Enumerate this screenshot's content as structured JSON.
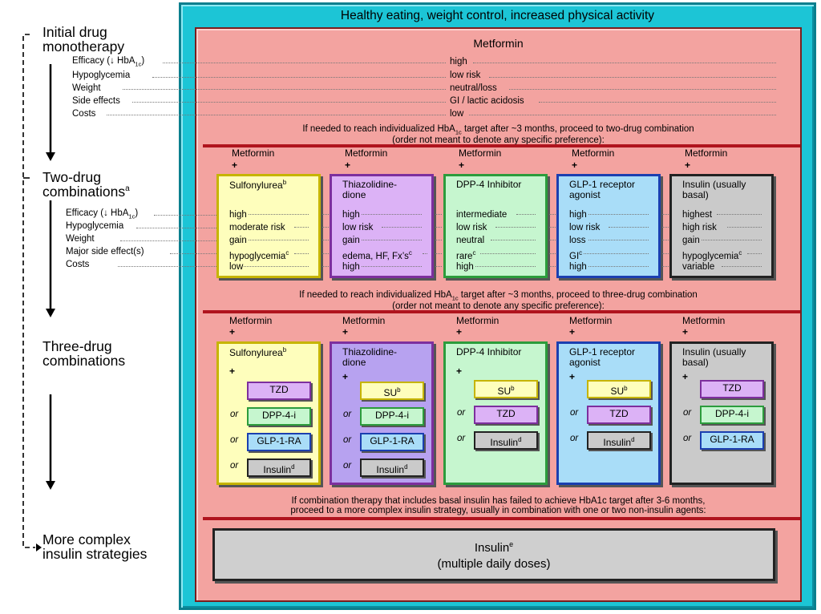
{
  "outer_title": "Healthy eating, weight control, increased physical activity",
  "stages": {
    "initial": "Initial drug\nmonotherapy",
    "two": "Two-drug\ncombinations",
    "two_sup": "a",
    "three": "Three-drug\ncombinations",
    "complex": "More complex\ninsulin strategies"
  },
  "metformin": {
    "title": "Metformin",
    "rows": [
      {
        "label": "Efficacy (↓ HbA",
        "label_sub": "1c",
        "label_end": ")",
        "value": "high"
      },
      {
        "label": "Hypoglycemia",
        "value": "low risk"
      },
      {
        "label": "Weight",
        "value": "neutral/loss"
      },
      {
        "label": "Side effects",
        "value": "GI / lactic acidosis"
      },
      {
        "label": "Costs",
        "value": "low"
      }
    ]
  },
  "note1": {
    "l1a": "If needed to reach individualized HbA",
    "l1sub": "1c",
    "l1b": " target after ~3 months, proceed to two-drug combination",
    "l2": "(order not meant to denote any specific preference):"
  },
  "two_labels": [
    {
      "t": "Efficacy (↓ HbA",
      "sub": "1c",
      "end": ")"
    },
    {
      "t": "Hypoglycemia"
    },
    {
      "t": "Weight"
    },
    {
      "t": "Major side effect(s)"
    },
    {
      "t": "Costs"
    }
  ],
  "combo_prefix": "Metformin",
  "combo_plus": "+",
  "two_cards": [
    {
      "title": "Sulfonylurea",
      "sup": "b",
      "values": [
        [
          "high",
          ""
        ],
        [
          "moderate risk",
          ""
        ],
        [
          "gain",
          ""
        ],
        [
          "hypoglycemia",
          "c"
        ],
        [
          "low",
          ""
        ]
      ]
    },
    {
      "title": "Thiazolidine-\ndione",
      "sup": "",
      "values": [
        [
          "high",
          ""
        ],
        [
          "low risk",
          ""
        ],
        [
          "gain",
          ""
        ],
        [
          "edema, HF, Fx’s",
          "c"
        ],
        [
          "high",
          ""
        ]
      ]
    },
    {
      "title": "DPP-4 Inhibitor",
      "sup": "",
      "values": [
        [
          "intermediate",
          ""
        ],
        [
          "low risk",
          ""
        ],
        [
          "neutral",
          ""
        ],
        [
          "rare",
          "c"
        ],
        [
          "high",
          ""
        ]
      ]
    },
    {
      "title": "GLP-1 receptor\nagonist",
      "sup": "",
      "values": [
        [
          "high",
          ""
        ],
        [
          "low risk",
          ""
        ],
        [
          "loss",
          ""
        ],
        [
          "GI",
          "c"
        ],
        [
          "high",
          ""
        ]
      ]
    },
    {
      "title": "Insulin (usually\nbasal)",
      "sup": "",
      "values": [
        [
          "highest",
          ""
        ],
        [
          "high risk",
          ""
        ],
        [
          "gain",
          ""
        ],
        [
          "hypoglycemia",
          "c"
        ],
        [
          "variable",
          ""
        ]
      ]
    }
  ],
  "note2": {
    "l1a": "If needed to reach individualized HbA",
    "l1sub": "1c",
    "l1b": " target after ~3 months, proceed to three-drug combination",
    "l2": "(order not meant to denote any specific preference):"
  },
  "or_word": "or",
  "three_cards": [
    {
      "title": "Sulfonylurea",
      "sup": "b",
      "options": [
        [
          "TZD",
          ""
        ],
        [
          "DPP-4-i",
          ""
        ],
        [
          "GLP-1-RA",
          ""
        ],
        [
          "Insulin",
          "d"
        ]
      ]
    },
    {
      "title": "Thiazolidine-\ndione",
      "sup": "",
      "options": [
        [
          "SU",
          "b"
        ],
        [
          "DPP-4-i",
          ""
        ],
        [
          "GLP-1-RA",
          ""
        ],
        [
          "Insulin",
          "d"
        ]
      ]
    },
    {
      "title": "DPP-4 Inhibitor",
      "sup": "",
      "options": [
        [
          "SU",
          "b"
        ],
        [
          "TZD",
          ""
        ],
        [
          "Insulin",
          "d"
        ]
      ]
    },
    {
      "title": "GLP-1 receptor\nagonist",
      "sup": "",
      "options": [
        [
          "SU",
          "b"
        ],
        [
          "TZD",
          ""
        ],
        [
          "Insulin",
          "d"
        ]
      ]
    },
    {
      "title": "Insulin (usually\nbasal)",
      "sup": "",
      "options": [
        [
          "TZD",
          ""
        ],
        [
          "DPP-4-i",
          ""
        ],
        [
          "GLP-1-RA",
          ""
        ]
      ]
    }
  ],
  "note3": {
    "l1": "If combination therapy that includes basal insulin has failed to achieve HbA1c target after 3-6 months,",
    "l2": "proceed to a more complex insulin strategy, usually in combination with one or two non-insulin agents:"
  },
  "final": {
    "l1": "Insulin",
    "sup": "e",
    "l2": "(multiple daily doses)"
  },
  "colors": {
    "outer": "#1cc5d6",
    "inner": "#f3a3a0",
    "su": "#fefebc",
    "tzd": "#dcb2f6",
    "tzd3": "#b7a2f0",
    "dpp": "#c6f6cf",
    "glp": "#a9ddf8",
    "ins": "#cacaca"
  }
}
